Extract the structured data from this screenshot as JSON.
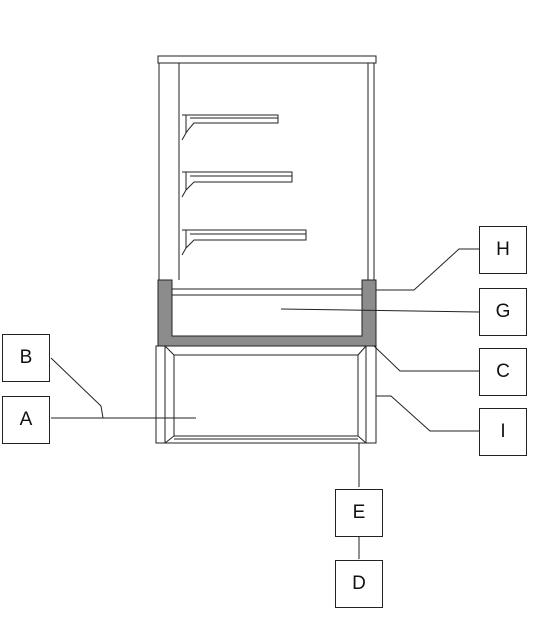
{
  "labels": {
    "A": "A",
    "B": "B",
    "C": "C",
    "D": "D",
    "E": "E",
    "G": "G",
    "H": "H",
    "I": "I"
  },
  "colors": {
    "line": "#222222",
    "highlight": "#8c8c8c",
    "background": "#ffffff"
  }
}
